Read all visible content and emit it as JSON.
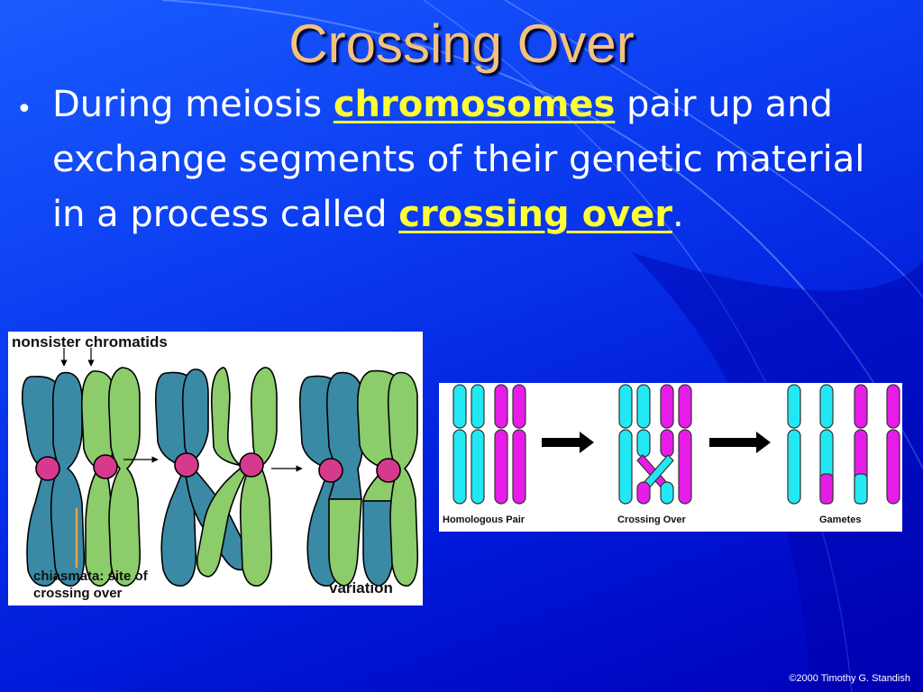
{
  "slide": {
    "title": "Crossing Over",
    "bullet": {
      "text_1": "During meiosis ",
      "term_1": "chromosomes",
      "text_2": " pair up and exchange segments of their genetic material in a process called ",
      "term_2": "crossing over",
      "text_3": "."
    },
    "copyright": "©2000 Timothy G. Standish"
  },
  "left_diagram": {
    "label_top": "nonsister chromatids",
    "label_chiasmata": "chiasmata: site of crossing over",
    "label_variation": "variation"
  },
  "right_diagram": {
    "label_1": "Homologous Pair",
    "label_2": "Crossing Over",
    "label_3": "Gametes"
  },
  "colors": {
    "title": "#f4c27a",
    "highlight": "#ffff33",
    "chromatid_teal": "#3a8aa6",
    "chromatid_green": "#8ccc6a",
    "centromere": "#d63a8c",
    "cyan": "#22e8f4",
    "magenta": "#e81ce8"
  }
}
